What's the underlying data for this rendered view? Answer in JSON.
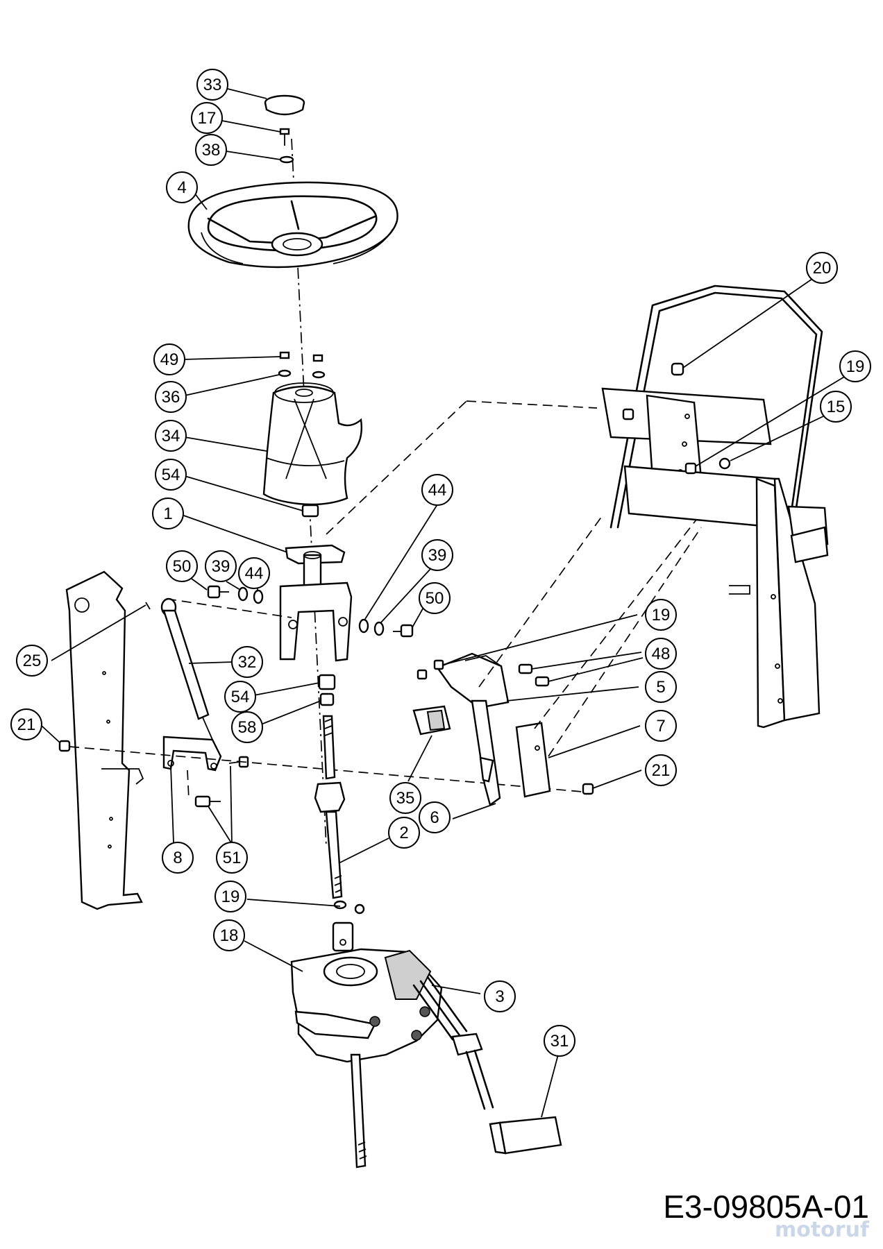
{
  "drawing_number": "E3-09805A-01",
  "watermark": "motoruf",
  "callouts": [
    "33",
    "17",
    "38",
    "4",
    "20",
    "19",
    "15",
    "49",
    "36",
    "34",
    "54",
    "1",
    "44",
    "39",
    "50",
    "50",
    "39",
    "44",
    "19",
    "48",
    "25",
    "32",
    "54",
    "58",
    "5",
    "7",
    "21",
    "21",
    "35",
    "6",
    "2",
    "8",
    "51",
    "19",
    "18",
    "3",
    "31"
  ]
}
